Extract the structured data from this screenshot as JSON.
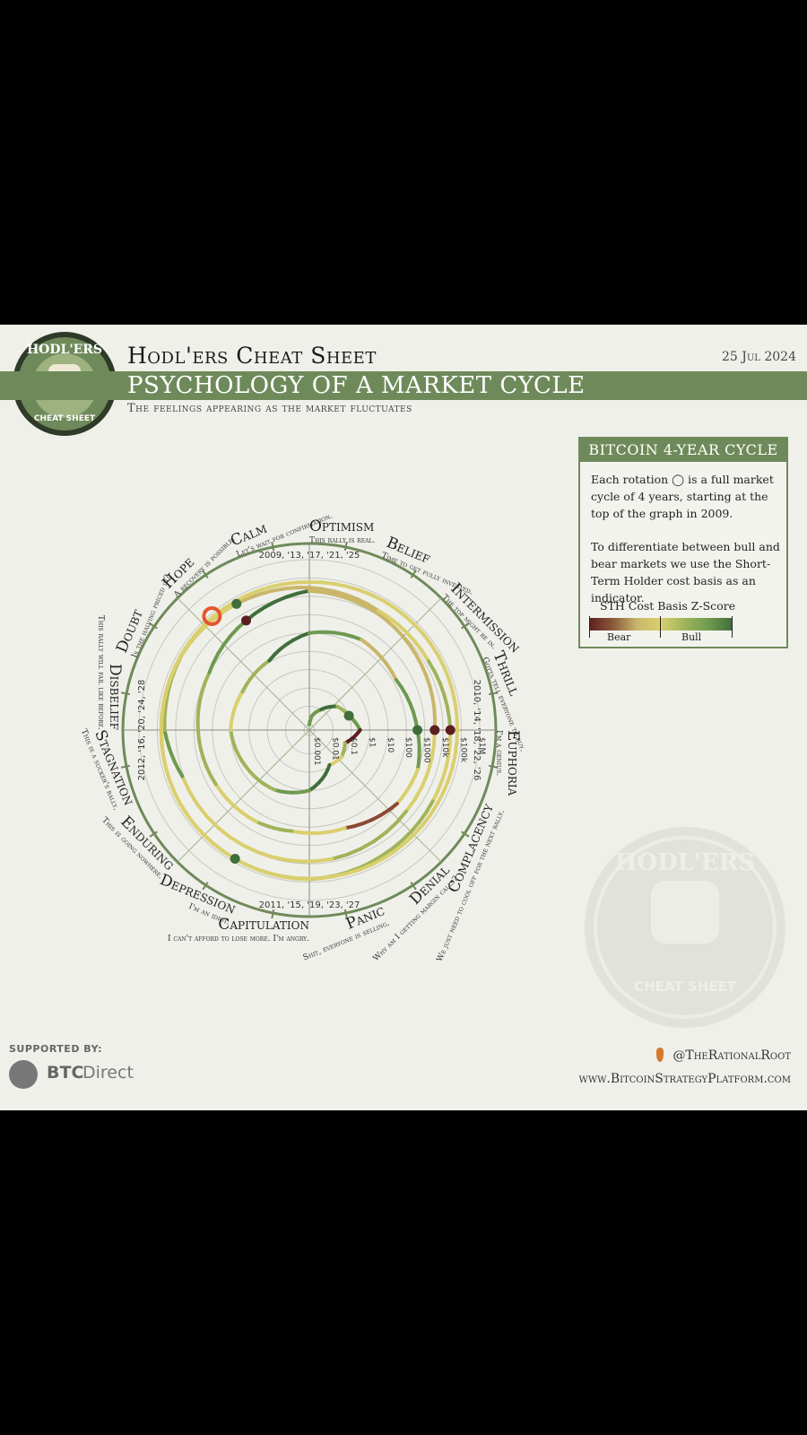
{
  "header": {
    "title": "Hodl'ers Cheat Sheet",
    "banner": "PSYCHOLOGY OF A MARKET CYCLE",
    "subtitle": "The feelings appearing as the market fluctuates",
    "date": "25 Jul 2024"
  },
  "logo": {
    "top_text": "HODL'ERS",
    "bottom_text": "CHEAT SHEET"
  },
  "info_box": {
    "title": "BITCOIN 4-YEAR CYCLE",
    "para1": "Each rotation ◯ is a full market cycle of 4 years, starting at the top of the graph in 2009.",
    "para2": "To differentiate between bull and bear markets we use the Short-Term Holder cost basis as an indicator.",
    "legend_title": "STH Cost Basis Z-Score",
    "legend_bear": "Bear",
    "legend_bull": "Bull",
    "colors": {
      "bear": "#5c1f20",
      "neutral": "#d9cf6e",
      "bull": "#3f6e3a"
    }
  },
  "footer": {
    "supported_by": "SUPPORTED BY:",
    "sponsor_bold": "BTC",
    "sponsor_light": "Direct",
    "handle": "@TheRationalRoot",
    "website": "www.BitcoinStrategyPlatform.com"
  },
  "chart_data": {
    "type": "polar-line",
    "radial_scale": "log",
    "radial_ticks": [
      "$0.001",
      "$0.01",
      "$0.1",
      "$1",
      "$10",
      "$100",
      "$1000",
      "$10k",
      "$100k",
      "$1M"
    ],
    "quadrant_labels": {
      "top": "2009, '13, '17, '21, '25",
      "right": "2010, '14, '18, '22, '26",
      "bottom": "2011, '15, '19, '23, '27",
      "left": "2012, '16, '20, '24, '28"
    },
    "phases": [
      {
        "name": "Optimism",
        "quote": "This rally is real."
      },
      {
        "name": "Belief",
        "quote": "Time to get fully invested."
      },
      {
        "name": "Intermission",
        "quote": "The top might be in."
      },
      {
        "name": "Thrill",
        "quote": "Gotta tell everyone to buy."
      },
      {
        "name": "Euphoria",
        "quote": "I'm a genius."
      },
      {
        "name": "Complacency",
        "quote": "We just need to cool off for the next rally."
      },
      {
        "name": "Denial",
        "quote": "Why am I getting margin calls?"
      },
      {
        "name": "Panic",
        "quote": "Shit, everyone is selling."
      },
      {
        "name": "Capitulation",
        "quote": "I can't afford to lose more. I'm angry."
      },
      {
        "name": "Depression",
        "quote": "I'm an idiot."
      },
      {
        "name": "Enduring",
        "quote": "This is going nowhere."
      },
      {
        "name": "Stagnation",
        "quote": "This is a sucker's rally."
      },
      {
        "name": "Disbelief",
        "quote": "This rally will fail like before."
      },
      {
        "name": "Doubt",
        "quote": "Is the halving priced in?"
      },
      {
        "name": "Hope",
        "quote": "A recovery is possible."
      },
      {
        "name": "Calm",
        "quote": "Let's wait for confirmation."
      }
    ],
    "series": [
      {
        "name": "Price",
        "angle_deg": [
          90,
          80,
          60,
          40,
          20,
          0,
          -20,
          -40,
          -60,
          -90,
          -120,
          -150,
          -180,
          -210,
          -240,
          -270,
          -300,
          -330,
          -360,
          -380,
          -400,
          -430,
          -460,
          -480,
          -510,
          -540,
          -570,
          -600,
          -630,
          -660,
          -690,
          -720,
          -760,
          -800,
          -840,
          -880,
          -900,
          -930,
          -960,
          -990,
          -1020,
          -1050,
          -1080,
          -1110,
          -1140,
          -1170,
          -1200,
          -1230,
          -1260,
          -1290,
          -1320,
          -1350,
          -1380,
          -1410,
          -1440,
          -1470,
          -1500,
          -1530,
          -1560,
          -1590,
          -1620,
          -1650,
          -1670
        ],
        "price_usd": [
          0.001,
          0.003,
          0.01,
          0.05,
          0.1,
          0.3,
          0.06,
          0.1,
          0.08,
          1,
          3,
          5,
          10,
          8,
          12,
          100,
          250,
          150,
          400,
          1000,
          900,
          250,
          200,
          300,
          400,
          600,
          1000,
          4000,
          20000,
          12000,
          6000,
          3500,
          4000,
          7000,
          9000,
          12000,
          40000,
          60000,
          45000,
          30000,
          17000,
          16500,
          25000,
          30000,
          42000,
          70000,
          65000,
          66000,
          60000,
          62000,
          65000,
          60000,
          68000,
          67000,
          60000,
          58000,
          62000,
          64000,
          66000,
          65000,
          63000,
          64000,
          66000
        ]
      }
    ]
  }
}
